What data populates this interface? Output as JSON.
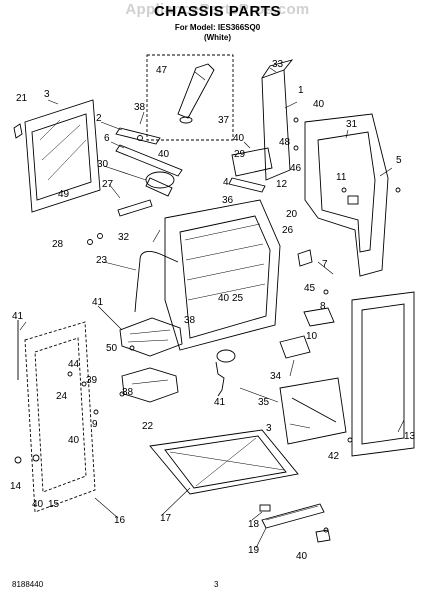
{
  "header": {
    "watermark": "AppliancePartsPros.com",
    "title": "CHASSIS PARTS",
    "model_line": "For Model: IES366SQ0",
    "color_line": "(White)"
  },
  "callouts": [
    "47",
    "33",
    "1",
    "37",
    "21",
    "3",
    "38",
    "40",
    "2",
    "31",
    "40",
    "48",
    "6",
    "29",
    "46",
    "40",
    "5",
    "30",
    "12",
    "11",
    "4",
    "27",
    "36",
    "20",
    "49",
    "32",
    "28",
    "26",
    "7",
    "23",
    "40",
    "25",
    "45",
    "8",
    "41",
    "38",
    "10",
    "41",
    "50",
    "44",
    "39",
    "24",
    "34",
    "35",
    "41",
    "38",
    "9",
    "22",
    "3",
    "13",
    "40",
    "42",
    "14",
    "40",
    "15",
    "16",
    "17",
    "18",
    "19",
    "40"
  ],
  "footer": {
    "left": "8188440",
    "page": "3"
  },
  "colors": {
    "ink": "#000000",
    "watermark": "#9a9a9a",
    "background": "#ffffff"
  }
}
